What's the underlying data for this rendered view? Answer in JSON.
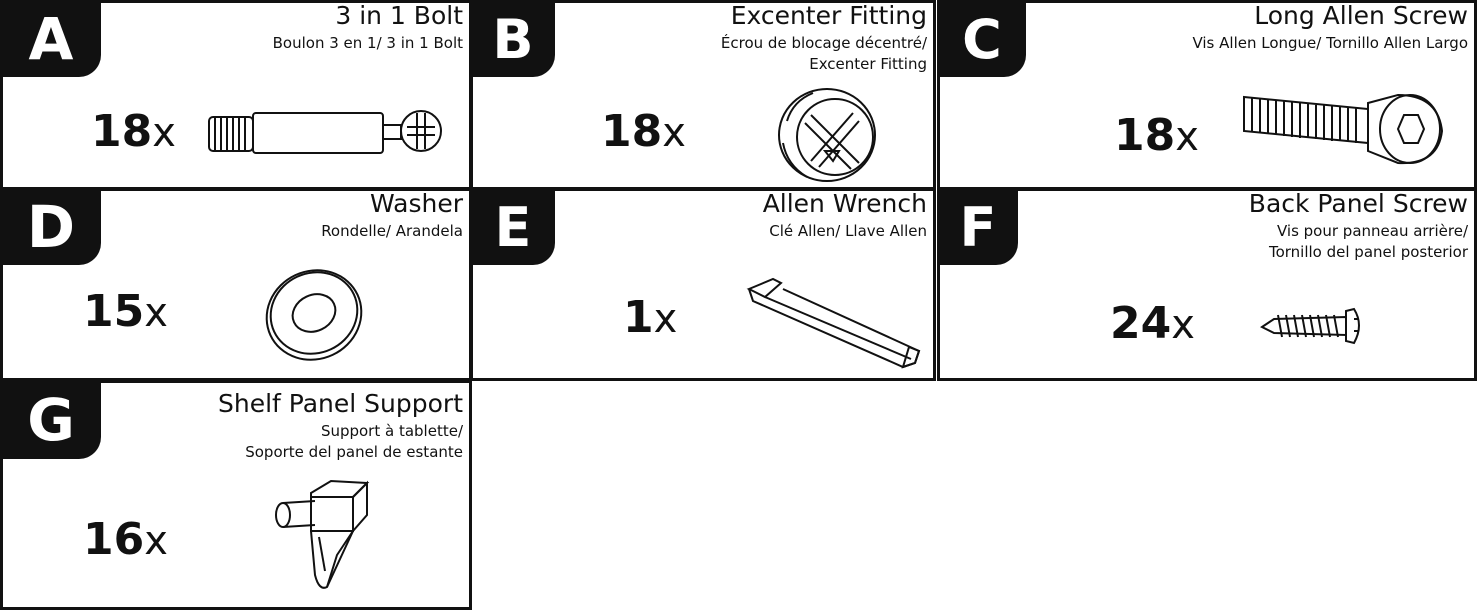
{
  "parts": [
    {
      "letter": "A",
      "title": "3 in 1 Bolt",
      "sub1": "Boulon 3 en 1/ 3 in 1 Bolt",
      "sub2": "",
      "qty": "18",
      "mult": "x",
      "icon": "cam-bolt-icon"
    },
    {
      "letter": "B",
      "title": "Excenter Fitting",
      "sub1": "Écrou de blocage décentré/",
      "sub2": "Excenter Fitting",
      "qty": "18",
      "mult": "x",
      "icon": "cam-lock-icon"
    },
    {
      "letter": "C",
      "title": "Long Allen Screw",
      "sub1": "Vis Allen Longue/ Tornillo Allen Largo",
      "sub2": "",
      "qty": "18",
      "mult": "x",
      "icon": "allen-screw-icon"
    },
    {
      "letter": "D",
      "title": "Washer",
      "sub1": "Rondelle/ Arandela",
      "sub2": "",
      "qty": "15",
      "mult": "x",
      "icon": "washer-icon"
    },
    {
      "letter": "E",
      "title": "Allen Wrench",
      "sub1": "Clé Allen/ Llave Allen",
      "sub2": "",
      "qty": "1",
      "mult": "x",
      "icon": "allen-wrench-icon"
    },
    {
      "letter": "F",
      "title": "Back Panel Screw",
      "sub1": "Vis pour panneau arrière/",
      "sub2": "Tornillo del panel posterior",
      "qty": "24",
      "mult": "x",
      "icon": "wood-screw-icon"
    },
    {
      "letter": "G",
      "title": "Shelf Panel Support",
      "sub1": "Support à tablette/",
      "sub2": "Soporte del panel de estante",
      "qty": "16",
      "mult": "x",
      "icon": "shelf-pin-icon"
    }
  ],
  "colors": {
    "ink": "#111111",
    "background": "#ffffff"
  }
}
